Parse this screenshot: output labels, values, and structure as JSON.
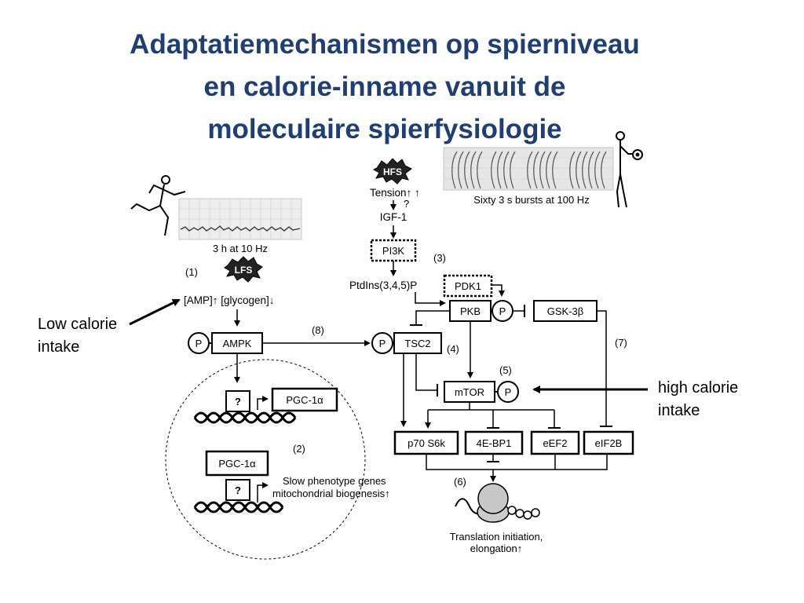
{
  "slide": {
    "title_lines": [
      "Adaptatiemechanismen op spierniveau",
      "en calorie-inname vanuit de",
      "moleculaire spierfysiologie"
    ]
  },
  "labels": {
    "low_calorie": "Low calorie\nintake",
    "high_calorie": "high calorie\nintake"
  },
  "diagram": {
    "lfs_trace_caption": "3 h at 10 Hz",
    "hfs_trace_caption": "Sixty 3 s bursts at 100 Hz",
    "lfs": "LFS",
    "hfs": "HFS",
    "num1": "(1)",
    "num2": "(2)",
    "num3": "(3)",
    "num4": "(4)",
    "num5": "(5)",
    "num6": "(6)",
    "num7": "(7)",
    "num8": "(8)",
    "amp": "[AMP]↑ [glycogen]↓",
    "tension": "Tension↑ ↑",
    "question": "?",
    "igf1": "IGF-1",
    "pi3k": "PI3K",
    "ptdins": "PtdIns(3,4,5)P",
    "pdk1": "PDK1",
    "pkb": "PKB",
    "p": "P",
    "gsk3b": "GSK-3β",
    "ampk": "AMPK",
    "tsc2": "TSC2",
    "mtor": "mTOR",
    "pgc1a": "PGC-1α",
    "p70s6k": "p70 S6k",
    "ebp1": "4E-BP1",
    "eef2": "eEF2",
    "eif2b": "eIF2B",
    "slow_genes": "Slow phenotype genes",
    "mito": "mitochondrial biogenesis↑",
    "translation1": "Translation initiation,",
    "translation2": "elongation↑"
  }
}
